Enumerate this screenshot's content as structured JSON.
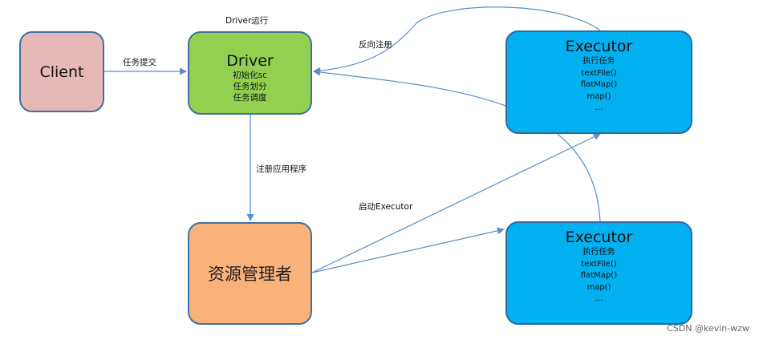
{
  "nodes": {
    "client": {
      "label": "Client"
    },
    "driver": {
      "label": "Driver",
      "lines": [
        "初始化sc",
        "任务划分",
        "任务调度"
      ]
    },
    "resource_manager": {
      "label": "资源管理者"
    },
    "executor_top": {
      "label": "Executor",
      "lines": [
        "执行任务",
        "textFile()",
        "flatMap()",
        "map()",
        "..."
      ]
    },
    "executor_bottom": {
      "label": "Executor",
      "lines": [
        "执行任务",
        "textFile()",
        "flatMap()",
        "map()",
        "..."
      ]
    }
  },
  "edges": {
    "submit_task": "任务提交",
    "driver_run": "Driver运行",
    "reverse_register": "反向注册",
    "register_app": "注册应用程序",
    "start_executor": "启动Executor"
  },
  "watermark": "CSDN @kevin-wzw",
  "colors": {
    "client": "#e6b9b8",
    "driver": "#92d050",
    "resource_manager": "#fab27b",
    "executor": "#00b0f0",
    "arrow": "#5b8dc8"
  }
}
